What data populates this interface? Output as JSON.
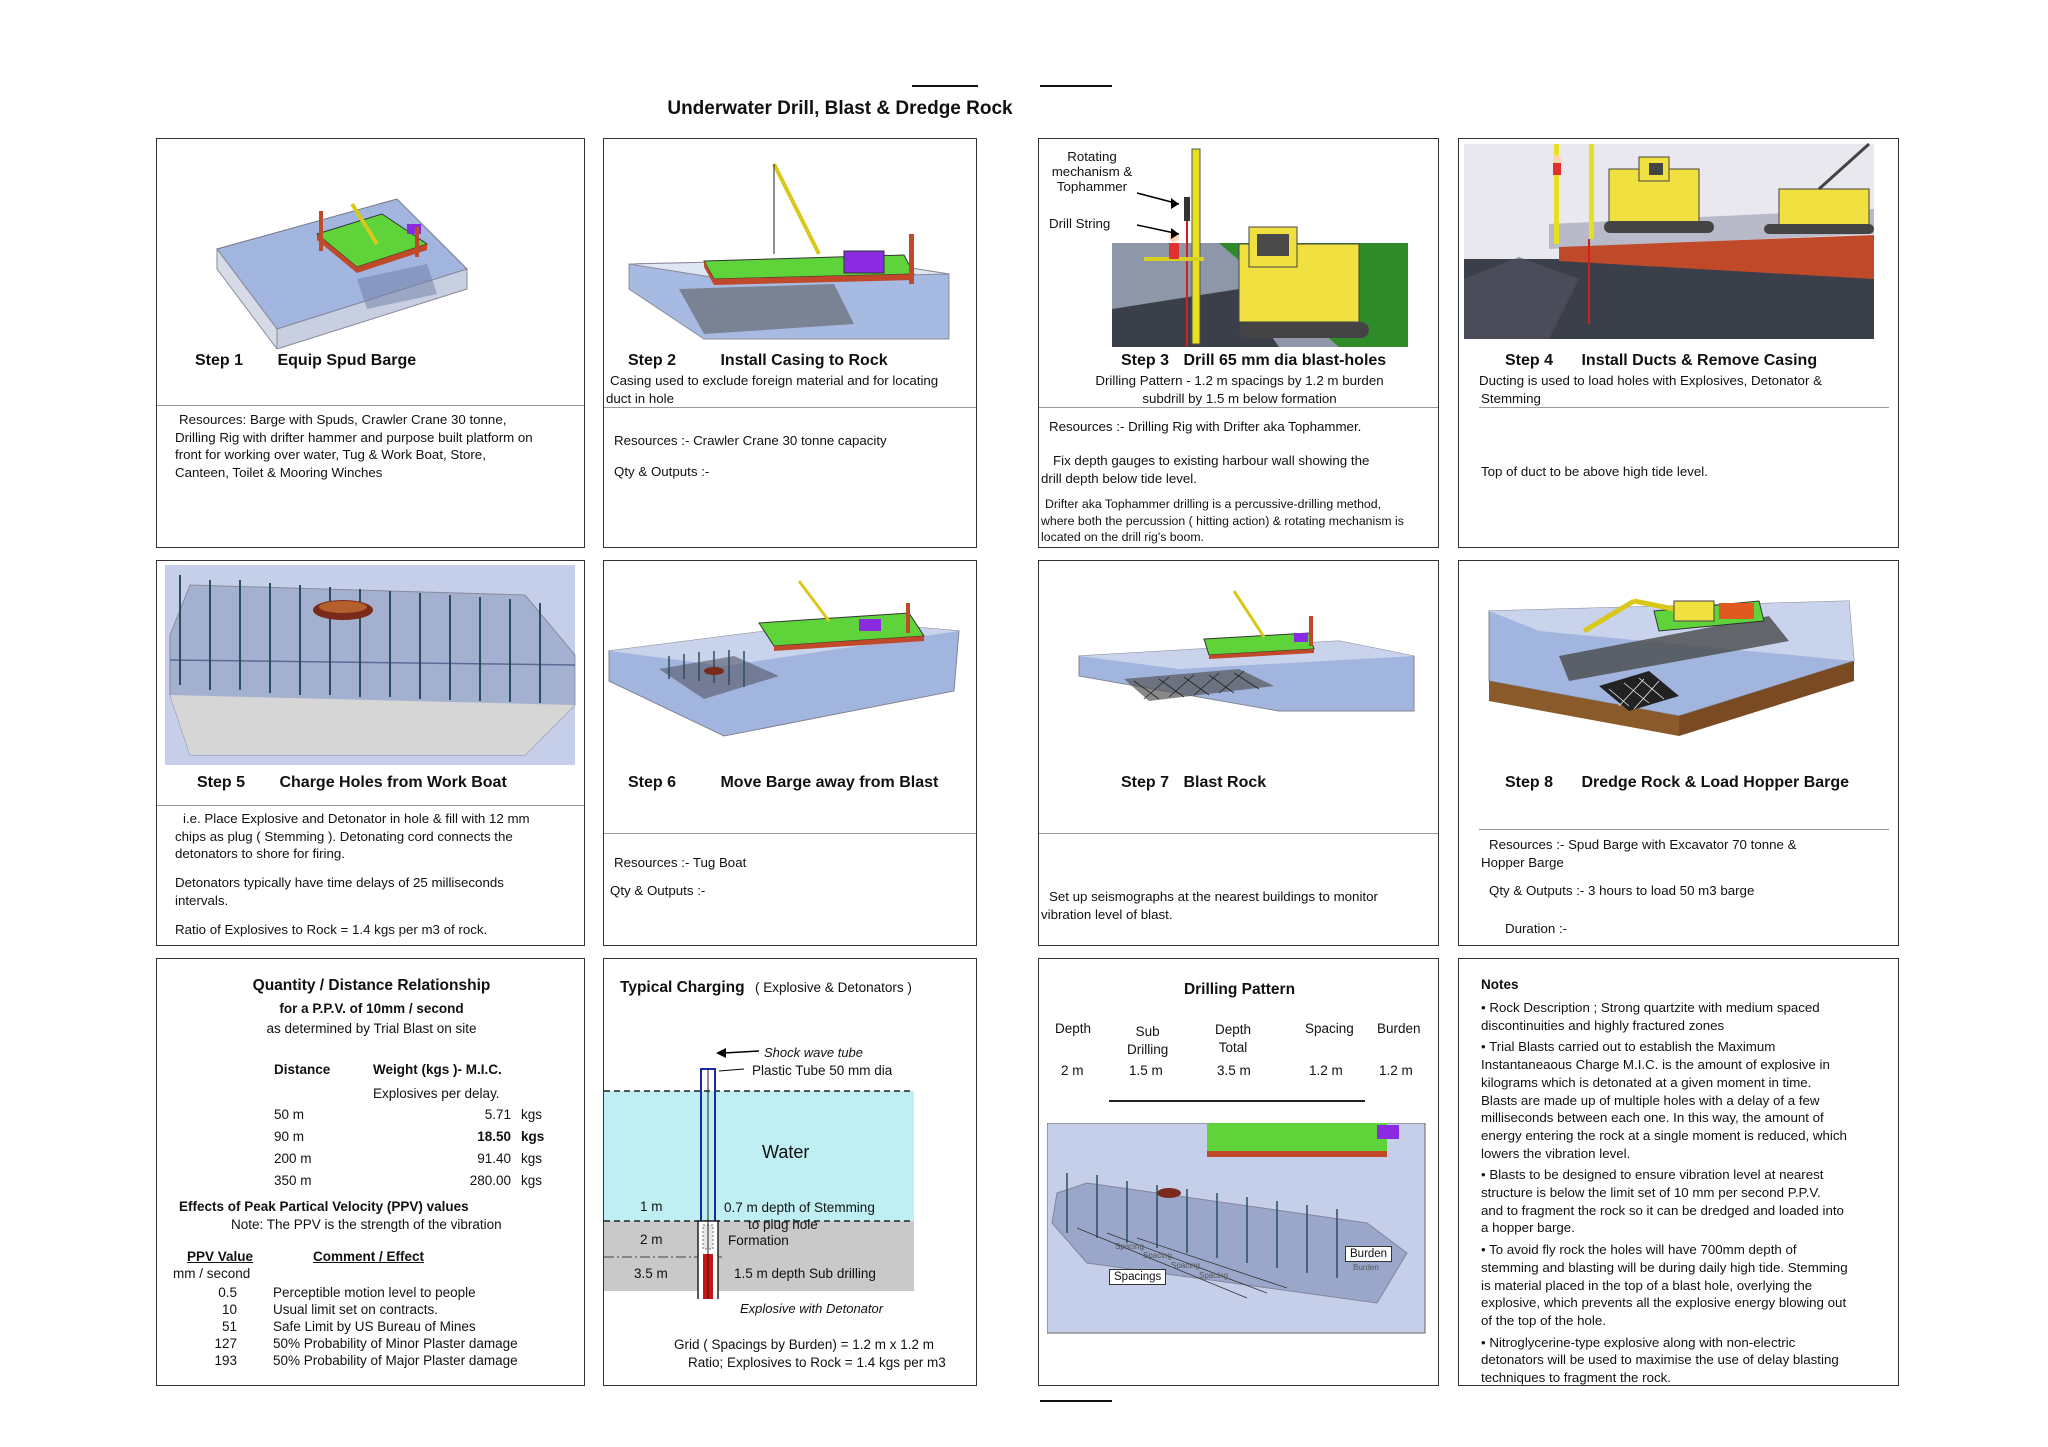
{
  "title": "Underwater Drill,  Blast & Dredge Rock",
  "colors": {
    "deck": "#5fd43a",
    "barge": "#c0492a",
    "water": "#8aa3d8",
    "crane": "#f0e040",
    "store": "#8a2be2",
    "ocean": "#bfeff2",
    "rock": "#c9c9c9",
    "grass": "#2f8a2a"
  },
  "p1": {
    "step": "Step 1",
    "name": "Equip Spud Barge",
    "l1": "Resources: Barge with Spuds, Crawler Crane 30 tonne,",
    "l2": "Drilling Rig with drifter hammer and  purpose built platform on",
    "l3": "front for working over water, Tug & Work Boat, Store,",
    "l4": "Canteen, Toilet & Mooring Winches"
  },
  "p2": {
    "step": "Step 2",
    "name": "Install Casing to Rock",
    "d1": "Casing used to exclude foreign material and for locating",
    "d2": "duct in hole",
    "res": "Resources :-   Crawler Crane 30 tonne capacity",
    "qty": "Qty & Outputs :-"
  },
  "p3": {
    "step": "Step 3",
    "name": "Drill 65 mm dia blast-holes",
    "lab1a": "Rotating",
    "lab1b": "mechanism &",
    "lab1c": "Tophammer",
    "lab2": "Drill String",
    "d1": "Drilling Pattern  -  1.2 m spacings by 1.2 m burden",
    "d2": "subdrill by 1.5 m below formation",
    "res": "Resources :- Drilling Rig with Drifter aka Tophammer.",
    "f1": "Fix depth gauges to existing harbour wall showing the",
    "f2": "drill depth below tide level.",
    "g1": "Drifter aka Tophammer drilling is a percussive-drilling method,",
    "g2": "where both the percussion ( hitting action) & rotating mechanism is",
    "g3": "located on the drill rig's boom."
  },
  "p4": {
    "step": "Step 4",
    "name": "Install Ducts & Remove Casing",
    "d1": "Ducting is used to load holes with Explosives, Detonator &",
    "d2": "Stemming",
    "t1": "Top of duct to be above high tide level."
  },
  "p5": {
    "step": "Step 5",
    "name": "Charge Holes from Work Boat",
    "a1": "i.e. Place Explosive and Detonator in hole & fill with 12 mm",
    "a2": "chips as plug ( Stemming ). Detonating cord connects the",
    "a3": "detonators to shore for firing.",
    "b1": "Detonators typically have time delays of 25 milliseconds",
    "b2": "intervals.",
    "c1": "Ratio of Explosives to Rock = 1.4 kgs per m3 of rock."
  },
  "p6": {
    "step": "Step 6",
    "name": "Move Barge away from Blast",
    "res": "Resources :-  Tug Boat",
    "qty": "Qty & Outputs :-"
  },
  "p7": {
    "step": "Step 7",
    "name": "Blast Rock",
    "s1": "Set up seismographs at the nearest buildings to monitor",
    "s2": "vibration level of blast."
  },
  "p8": {
    "step": "Step 8",
    "name": "Dredge Rock & Load Hopper Barge",
    "r1": "Resources :-    Spud Barge with Excavator 70 tonne &",
    "r2": "Hopper Barge",
    "qty": "Qty & Outputs :-  3 hours to load 50 m3 barge",
    "dur": "Duration :-"
  },
  "p9": {
    "title": "Quantity / Distance Relationship",
    "sub1": "for a P.P.V. of 10mm / second",
    "sub2": "as determined by Trial Blast on site",
    "h_dist": "Distance",
    "h_wt": "Weight (kgs )-  M.I.C.",
    "h_wt2": "Explosives per delay.",
    "rows": [
      [
        "50 m",
        "5.71",
        "kgs"
      ],
      [
        "90 m",
        "18.50",
        "kgs"
      ],
      [
        "200 m",
        "91.40",
        "kgs"
      ],
      [
        "350 m",
        "280.00",
        "kgs"
      ]
    ],
    "eff": "Effects of Peak Partical Velocity (PPV) values",
    "note": "Note:  The PPV is the strength of the vibration",
    "h_ppv": "PPV Value",
    "h_unit": "mm / second",
    "h_com": "Comment / Effect",
    "ppv": [
      [
        "0.5",
        "Perceptible motion level to people"
      ],
      [
        "10",
        "Usual limit set on contracts."
      ],
      [
        "51",
        "Safe Limit by US Bureau of Mines"
      ],
      [
        "127",
        "50% Probability of Minor Plaster damage"
      ],
      [
        "193",
        "50% Probability of Major Plaster damage"
      ]
    ]
  },
  "p10": {
    "title": "Typical Charging",
    "title2": "( Explosive & Detonators )",
    "shock": "Shock wave tube",
    "tube": "Plastic Tube 50 mm dia",
    "water": "Water",
    "d1": "1 m",
    "d2": "2 m",
    "d3": "3.5 m",
    "stem1": "0.7 m depth of Stemming",
    "stem2": "to plug hole",
    "form": "Formation",
    "sub": "1.5 m depth  Sub drilling",
    "expl": "Explosive with Detonator",
    "g1": "Grid ( Spacings by Burden)  = 1.2 m x 1.2 m",
    "g2": "Ratio; Explosives to Rock = 1.4 kgs per m3"
  },
  "p11": {
    "title": "Drilling Pattern",
    "h1": "Depth",
    "h2a": "Sub",
    "h2b": "Drilling",
    "h3a": "Depth",
    "h3b": "Total",
    "h4": "Spacing",
    "h5": "Burden",
    "v1": "2 m",
    "v2": "1.5 m",
    "v3": "3.5 m",
    "v4": "1.2 m",
    "v5": "1.2 m",
    "burden": "Burden",
    "spacings": "Spacings",
    "sp1": "Spacing",
    "sp2": "Spacing",
    "sp3": "Spacing",
    "sp4": "Spacing",
    "bd": "Burden"
  },
  "p12": {
    "title": "Notes",
    "n1": [
      "• Rock Description ; Strong quartzite with medium spaced",
      "discontinuities and highly fractured zones"
    ],
    "n2": [
      "• Trial Blasts carried out to establish the Maximum",
      "Instantaneaous Charge M.I.C. is the amount of explosive in",
      "kilograms which is detonated at a given moment in time.",
      "Blasts are made up of multiple holes with a delay of a few",
      "milliseconds between each one. In this way, the amount of",
      "energy entering the rock at a single moment is reduced, which",
      "lowers the vibration level."
    ],
    "n3": [
      "• Blasts to be designed to ensure vibration level at nearest",
      "structure is below the limit set  of 10 mm per second P.P.V.",
      "and to fragment the rock so it can be dredged and loaded into",
      "a hopper barge."
    ],
    "n4": [
      "• To avoid fly rock the holes will have 700mm depth of",
      "stemming and blasting will be during daily high tide. Stemming",
      "is material placed in the top of a blast hole, overlying the",
      "explosive, which prevents all the explosive energy blowing out",
      "of the top of the hole."
    ],
    "n5": [
      "• Nitroglycerine-type explosive along with non-electric",
      "detonators will be used to maximise the use of delay blasting",
      "techniques to fragment the rock."
    ]
  }
}
